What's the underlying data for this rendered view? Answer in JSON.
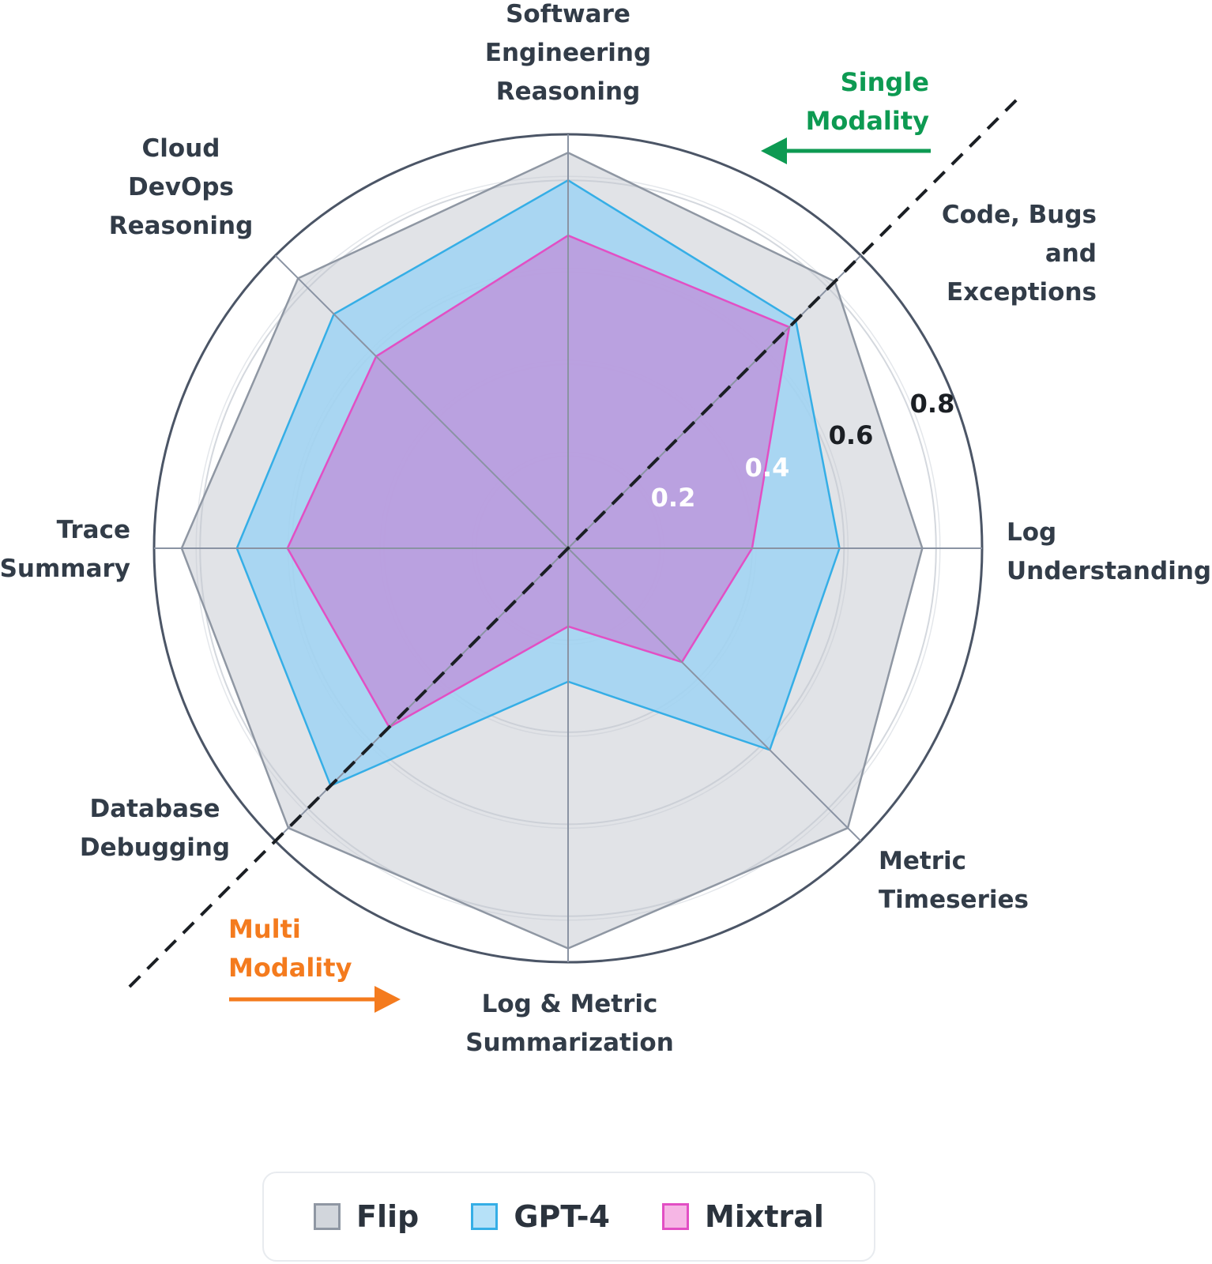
{
  "chart_data": {
    "type": "radar",
    "categories": [
      "Software\nEngineering\nReasoning",
      "Code, Bugs\nand\nExceptions",
      "Log\nUnderstanding",
      "Metric\nTimeseries",
      "Log & Metric\nSummarization",
      "Database\nDebugging",
      "Trace\nSummary",
      "Cloud\nDevOps\nReasoning"
    ],
    "radial_ticks": [
      "0.2",
      "0.4",
      "0.6",
      "0.8"
    ],
    "rlim": [
      0,
      0.9
    ],
    "series": [
      {
        "name": "Flip",
        "values": [
          0.86,
          0.82,
          0.77,
          0.86,
          0.87,
          0.86,
          0.84,
          0.83
        ],
        "color": "#c3c8d0",
        "stroke": "#8f97a3"
      },
      {
        "name": "GPT-4",
        "values": [
          0.8,
          0.7,
          0.59,
          0.62,
          0.29,
          0.73,
          0.72,
          0.72
        ],
        "color": "#9fd4f3",
        "stroke": "#35aee6"
      },
      {
        "name": "Mixtral",
        "values": [
          0.68,
          0.68,
          0.4,
          0.35,
          0.17,
          0.55,
          0.61,
          0.59
        ],
        "color": "#c08fd9",
        "stroke": "#e24fc4"
      }
    ],
    "annotations": {
      "single": {
        "text": "Single\nModality",
        "color": "#0d9a52"
      },
      "multi": {
        "text": "Multi\nModality",
        "color": "#f47b1e"
      }
    },
    "legend_position": "bottom"
  },
  "legend": {
    "items": [
      {
        "label": "Flip",
        "fill": "#d2d6dc",
        "border": "#8f97a3"
      },
      {
        "label": "GPT-4",
        "fill": "#b6e1f8",
        "border": "#35aee6"
      },
      {
        "label": "Mixtral",
        "fill": "#f6b6e5",
        "border": "#e24fc4"
      }
    ]
  }
}
